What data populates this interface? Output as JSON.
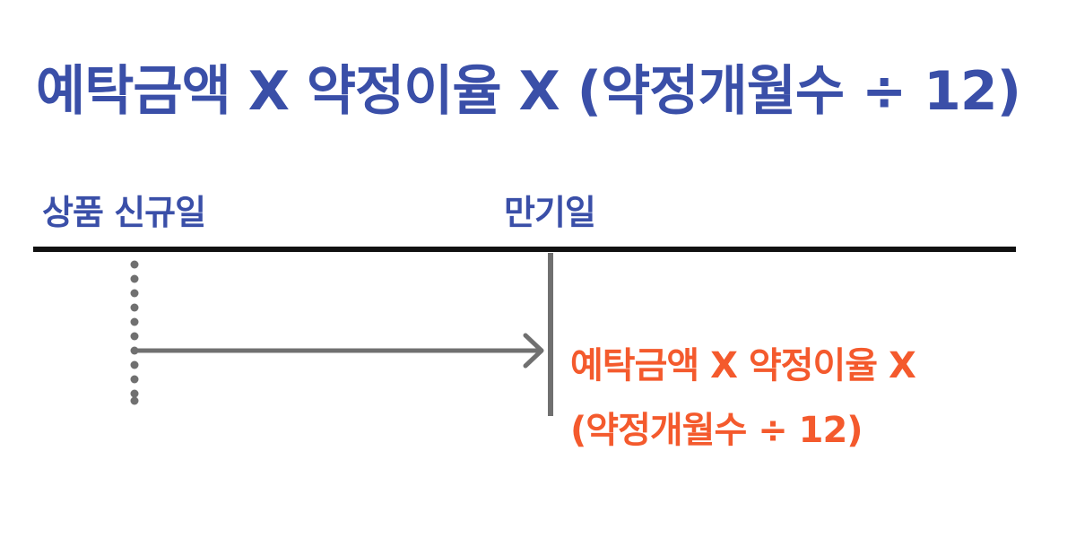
{
  "formula": {
    "title": "예탁금액 X 약정이율 X (약정개월수 ÷ 12)"
  },
  "timeline": {
    "start_label": "상품 신규일",
    "end_label": "만기일"
  },
  "result": {
    "line1": "예탁금액 X 약정이율 X",
    "line2": "(약정개월수 ÷ 12)"
  },
  "colors": {
    "title": "#3a4fa8",
    "result": "#f45a2d",
    "timeline_axis": "#111111",
    "connector": "#707070"
  }
}
